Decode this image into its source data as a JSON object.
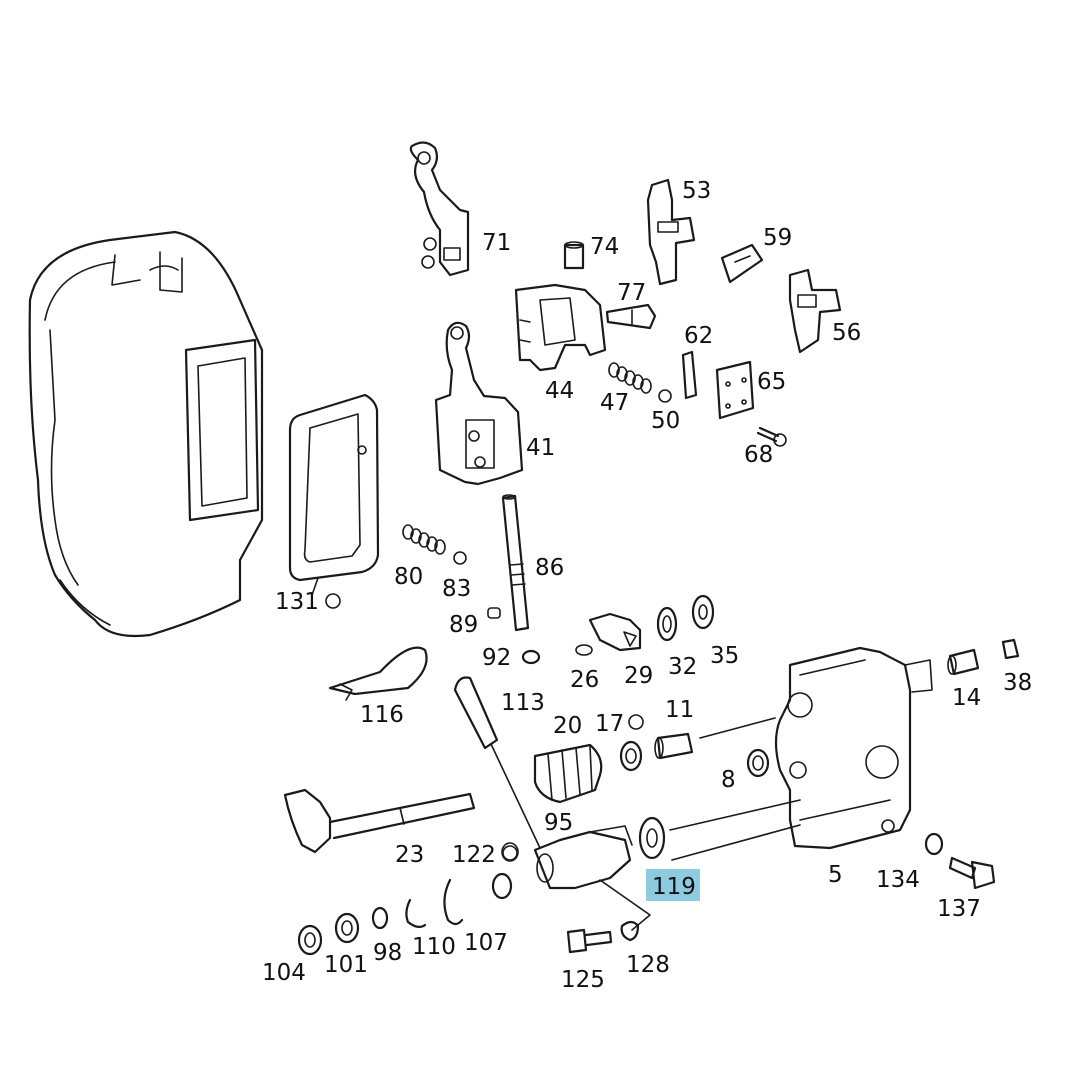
{
  "colors": {
    "line": "#1a1a1a",
    "highlight": "#8ecbe0",
    "background": "#ffffff"
  },
  "highlighted_part": "119",
  "labels": {
    "l5": "5",
    "l8": "8",
    "l11": "11",
    "l14": "14",
    "l17": "17",
    "l20": "20",
    "l23": "23",
    "l26": "26",
    "l29": "29",
    "l32": "32",
    "l35": "35",
    "l38": "38",
    "l41": "41",
    "l44": "44",
    "l47": "47",
    "l50": "50",
    "l53": "53",
    "l56": "56",
    "l59": "59",
    "l62": "62",
    "l65": "65",
    "l68": "68",
    "l71": "71",
    "l74": "74",
    "l77": "77",
    "l80": "80",
    "l83": "83",
    "l86": "86",
    "l89": "89",
    "l92": "92",
    "l95": "95",
    "l98": "98",
    "l101": "101",
    "l104": "104",
    "l107": "107",
    "l110": "110",
    "l113": "113",
    "l116": "116",
    "l119": "119",
    "l122": "122",
    "l125": "125",
    "l128": "128",
    "l131": "131",
    "l134": "134",
    "l137": "137"
  }
}
